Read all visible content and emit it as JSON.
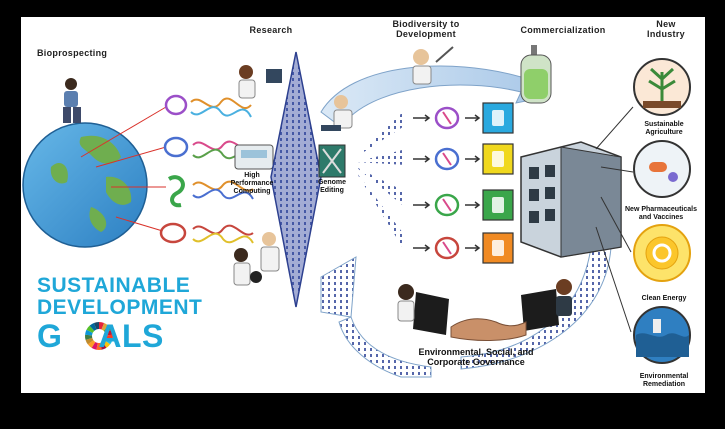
{
  "headers": {
    "bioprospecting": "Bioprospecting",
    "research": "Research",
    "biodiversity": "Biodiversity to\nDevelopment",
    "commercialization": "Commercialization",
    "new_industry": "New\nIndustry"
  },
  "labels": {
    "hpc": "High\nPerformance\nComputing",
    "genome": "Genome\nEditing",
    "governance": "Environmental, Social, and\nCorporate Governance"
  },
  "industries": [
    {
      "label": "Sustainable\nAgriculture",
      "icon": "plant-icon"
    },
    {
      "label": "New Pharmaceuticals\nand Vaccines",
      "icon": "pills-icon"
    },
    {
      "label": "Clean Energy",
      "icon": "sun-icon"
    },
    {
      "label": "Environmental\nRemediation",
      "icon": "ocean-cleanup-icon"
    }
  ],
  "products": [
    {
      "icon": "water-icon",
      "color": "#2aa9df"
    },
    {
      "icon": "battery-icon",
      "color": "#f0d81e"
    },
    {
      "icon": "bottle-icon",
      "color": "#3aa64a"
    },
    {
      "icon": "tool-icon",
      "color": "#f08a23"
    }
  ],
  "sdg": {
    "line1": "SUSTAINABLE",
    "line2": "DEVELOPMENT",
    "line3_a": "G",
    "line3_b": "ALS"
  }
}
